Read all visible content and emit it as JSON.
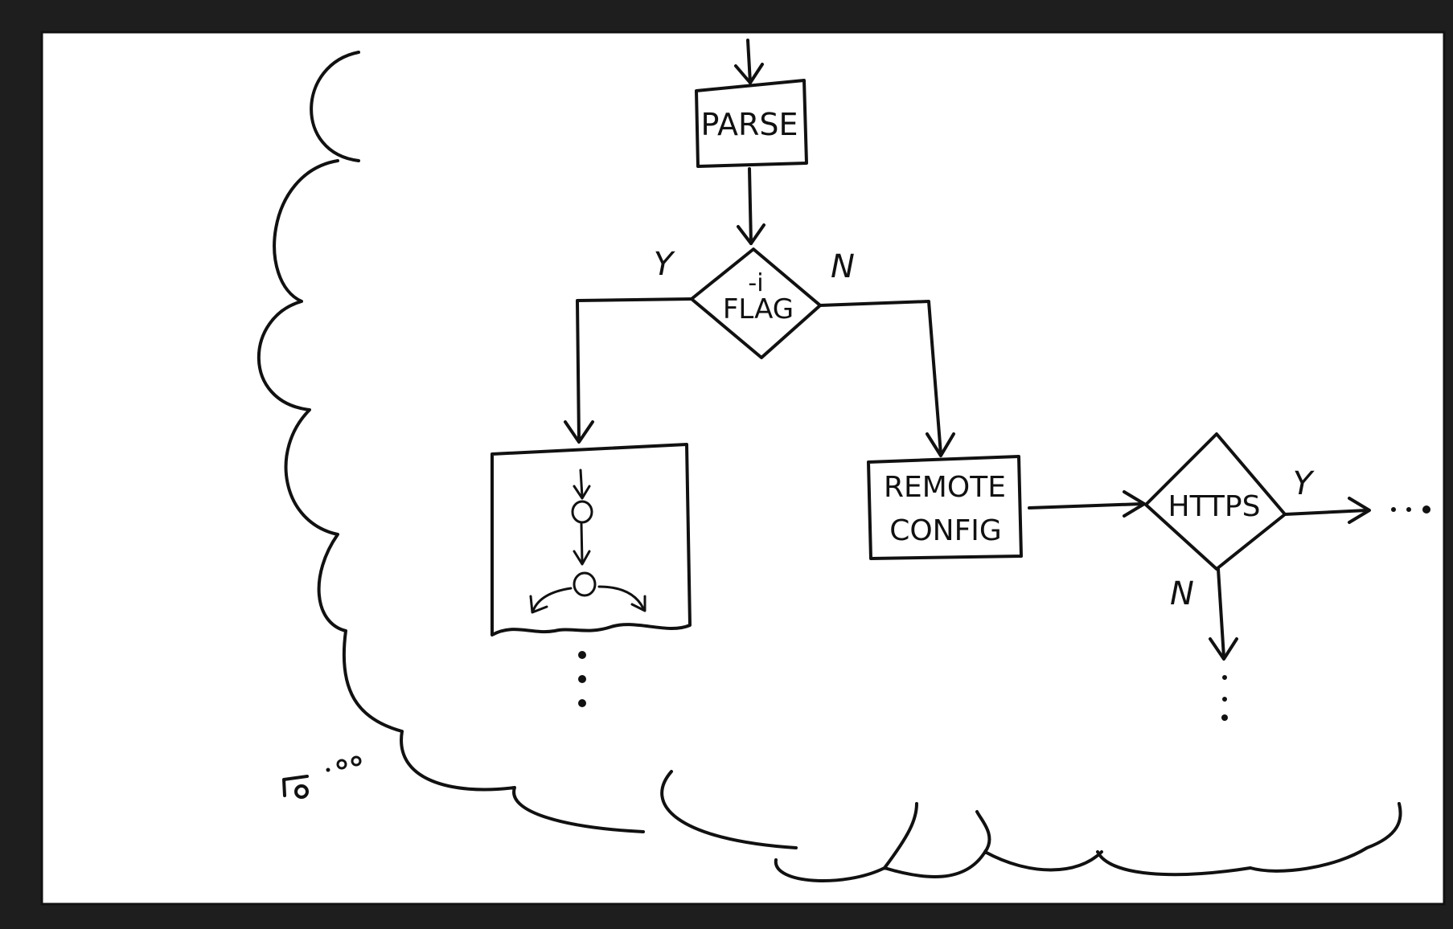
{
  "diagram": {
    "nodes": {
      "parse": {
        "label": "PARSE"
      },
      "flag_decision": {
        "line1": "-i",
        "line2": "FLAG"
      },
      "remote_config": {
        "line1": "REMOTE",
        "line2": "CONFIG"
      },
      "https_decision": {
        "label": "HTTPS"
      }
    },
    "edges": {
      "flag_yes": "Y",
      "flag_no": "N",
      "https_yes": "Y",
      "https_no": "N"
    }
  },
  "colors": {
    "ink": "#111111",
    "paper": "#ffffff",
    "frame_background": "#1e1e1e"
  }
}
